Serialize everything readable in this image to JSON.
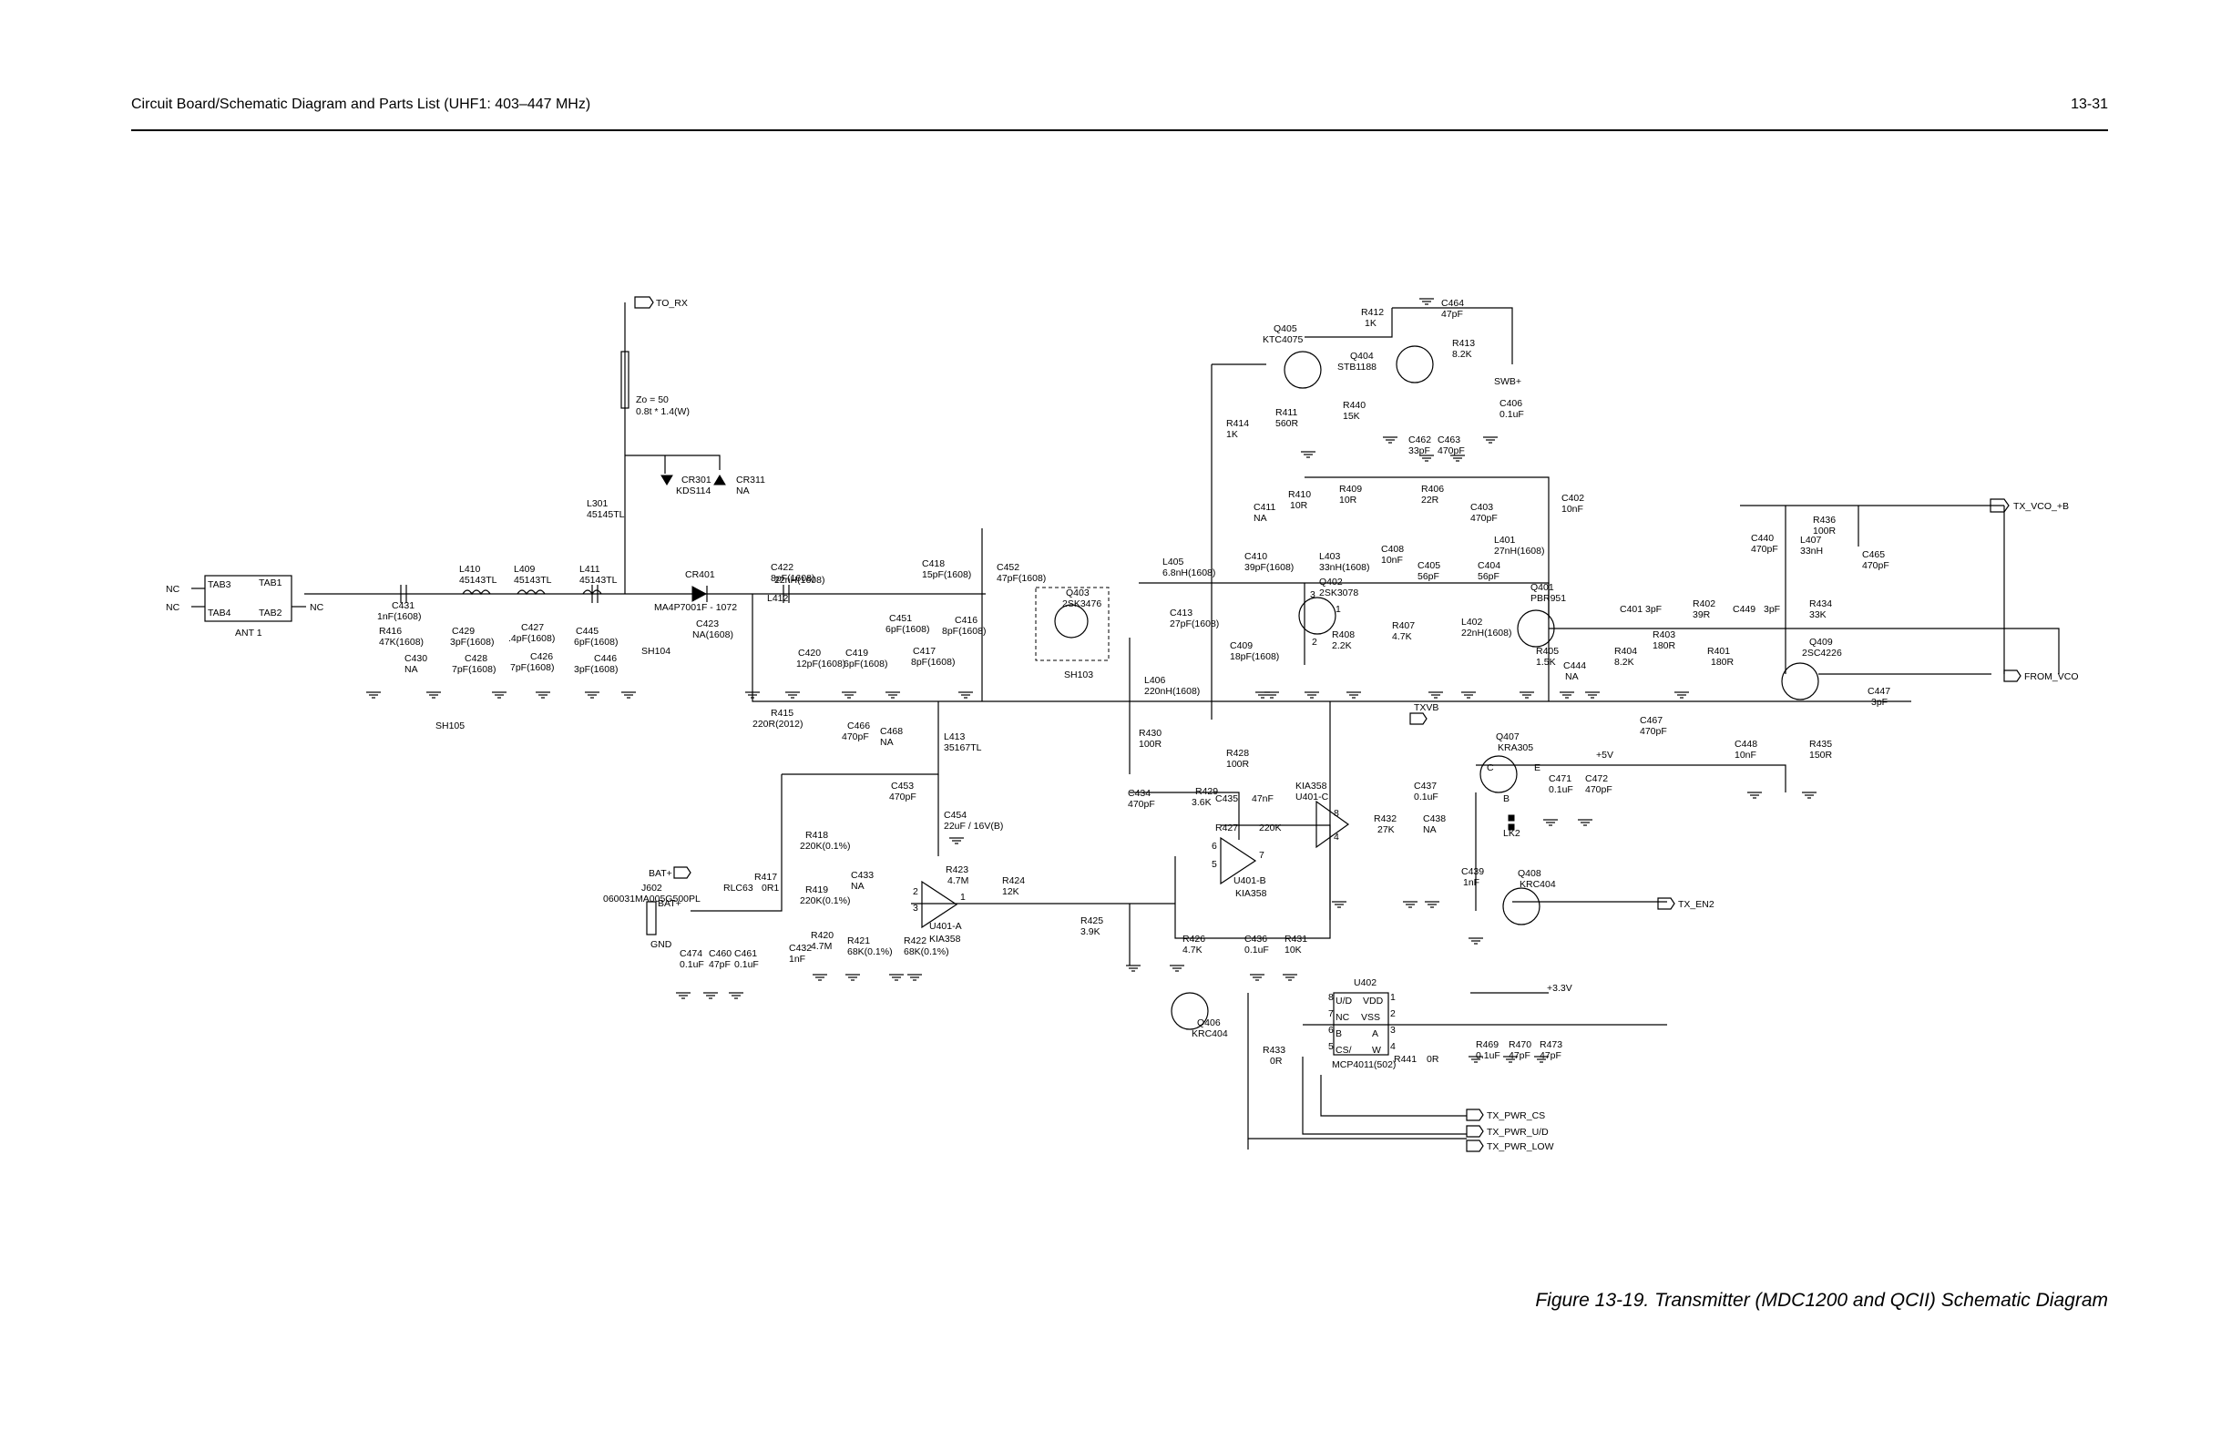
{
  "header": {
    "title": "Circuit Board/Schematic Diagram and Parts List (UHF1: 403–447 MHz)",
    "page_number": "13-31"
  },
  "caption": "Figure 13-19. Transmitter (MDC1200 and QCII) Schematic Diagram",
  "ports": {
    "to_rx": "TO_RX",
    "tx_vco_b": "TX_VCO_+B",
    "from_vco": "FROM_VCO",
    "swb": "SWB+",
    "txvb": "TXVB",
    "tx_en2": "TX_EN2",
    "tx_pwr_cs": "TX_PWR_CS",
    "tx_pwr_ud": "TX_PWR_U/D",
    "tx_pwr_low": "TX_PWR_LOW",
    "bat1": "BAT+",
    "bat2": "BAT+",
    "gnd": "GND",
    "plus5v": "+5V",
    "plus33v": "+3.3V"
  },
  "antenna": {
    "tab1": "TAB1",
    "tab2": "TAB2",
    "tab3": "TAB3",
    "tab4": "TAB4",
    "nc_left_top": "NC",
    "nc_left_bottom": "NC",
    "nc_right": "NC",
    "label": "ANT 1"
  },
  "transmission_line": {
    "zo": "Zo  =  50",
    "dims": "0.8t  *    1.4(W)"
  },
  "labels": [
    {
      "id": "C431",
      "t": "C431"
    },
    {
      "id": "C431v",
      "t": "1nF(1608)"
    },
    {
      "id": "R416",
      "t": "R416"
    },
    {
      "id": "R416v",
      "t": "47K(1608)"
    },
    {
      "id": "C430",
      "t": "C430"
    },
    {
      "id": "C430v",
      "t": "NA"
    },
    {
      "id": "L410",
      "t": "L410"
    },
    {
      "id": "L410v",
      "t": "45143TL"
    },
    {
      "id": "C429",
      "t": "C429"
    },
    {
      "id": "C429v",
      "t": "3pF(1608)"
    },
    {
      "id": "C428",
      "t": "C428"
    },
    {
      "id": "C428v",
      "t": "7pF(1608)"
    },
    {
      "id": "L409",
      "t": "L409"
    },
    {
      "id": "L409v",
      "t": "45143TL"
    },
    {
      "id": "C427",
      "t": "C427"
    },
    {
      "id": "C427v",
      "t": ".4pF(1608)"
    },
    {
      "id": "C426",
      "t": "C426"
    },
    {
      "id": "C426v",
      "t": "7pF(1608)"
    },
    {
      "id": "L411",
      "t": "L411"
    },
    {
      "id": "L411v",
      "t": "45143TL"
    },
    {
      "id": "C445",
      "t": "C445"
    },
    {
      "id": "C445v",
      "t": "6pF(1608)"
    },
    {
      "id": "C446",
      "t": "C446"
    },
    {
      "id": "C446v",
      "t": "3pF(1608)"
    },
    {
      "id": "SH104",
      "t": "SH104"
    },
    {
      "id": "SH105",
      "t": "SH105"
    },
    {
      "id": "L301",
      "t": "L301"
    },
    {
      "id": "L301v",
      "t": "45145TL"
    },
    {
      "id": "CR301",
      "t": "CR301"
    },
    {
      "id": "CR301v",
      "t": "KDS114"
    },
    {
      "id": "CR311",
      "t": "CR311"
    },
    {
      "id": "CR311v",
      "t": "NA"
    },
    {
      "id": "CR401",
      "t": "CR401"
    },
    {
      "id": "CR401v",
      "t": "MA4P7001F - 1072"
    },
    {
      "id": "C423",
      "t": "C423"
    },
    {
      "id": "C423v",
      "t": "NA(1608)"
    },
    {
      "id": "L412",
      "t": "L412"
    },
    {
      "id": "L412v",
      "t": "22nH(1608)"
    },
    {
      "id": "C422",
      "t": "C422"
    },
    {
      "id": "C422v",
      "t": "8pF(1608)"
    },
    {
      "id": "C420",
      "t": "C420"
    },
    {
      "id": "C420v",
      "t": "12pF(1608)"
    },
    {
      "id": "C419",
      "t": "C419"
    },
    {
      "id": "C419v",
      "t": "6pF(1608)"
    },
    {
      "id": "C451",
      "t": "C451"
    },
    {
      "id": "C451v",
      "t": "6pF(1608)"
    },
    {
      "id": "C418",
      "t": "C418"
    },
    {
      "id": "C418v",
      "t": "15pF(1608)"
    },
    {
      "id": "C452",
      "t": "C452"
    },
    {
      "id": "C452v",
      "t": "47pF(1608)"
    },
    {
      "id": "C417",
      "t": "C417"
    },
    {
      "id": "C417v",
      "t": "8pF(1608)"
    },
    {
      "id": "C416",
      "t": "C416"
    },
    {
      "id": "C416v",
      "t": "8pF(1608)"
    },
    {
      "id": "Q403",
      "t": "Q403"
    },
    {
      "id": "Q403v",
      "t": "2SK3476"
    },
    {
      "id": "SH103",
      "t": "SH103"
    },
    {
      "id": "R415",
      "t": "R415"
    },
    {
      "id": "R415v",
      "t": "220R(2012)"
    },
    {
      "id": "C466",
      "t": "C466"
    },
    {
      "id": "C466v",
      "t": "470pF"
    },
    {
      "id": "C468",
      "t": "C468"
    },
    {
      "id": "C468v",
      "t": "NA"
    },
    {
      "id": "L413",
      "t": "L413"
    },
    {
      "id": "L413v",
      "t": "35167TL"
    },
    {
      "id": "C453",
      "t": "C453"
    },
    {
      "id": "C453v",
      "t": "470pF"
    },
    {
      "id": "C454",
      "t": "C454"
    },
    {
      "id": "C454v",
      "t": "22uF / 16V(B)"
    },
    {
      "id": "R418",
      "t": "R418"
    },
    {
      "id": "R418v",
      "t": "220K(0.1%)"
    },
    {
      "id": "R419",
      "t": "R419"
    },
    {
      "id": "R419v",
      "t": "220K(0.1%)"
    },
    {
      "id": "R417",
      "t": "R417"
    },
    {
      "id": "R417v",
      "t": "0R1"
    },
    {
      "id": "RLC63",
      "t": "RLC63"
    },
    {
      "id": "C433",
      "t": "C433"
    },
    {
      "id": "C433v",
      "t": "NA"
    },
    {
      "id": "R423",
      "t": "R423"
    },
    {
      "id": "R423v",
      "t": "4.7M"
    },
    {
      "id": "R424",
      "t": "R424"
    },
    {
      "id": "R424v",
      "t": "12K"
    },
    {
      "id": "J602",
      "t": "J602"
    },
    {
      "id": "J602v",
      "t": "060031MA005G500PL"
    },
    {
      "id": "C474",
      "t": "C474"
    },
    {
      "id": "C474v",
      "t": "0.1uF"
    },
    {
      "id": "C460",
      "t": "C460"
    },
    {
      "id": "C460v",
      "t": "47pF"
    },
    {
      "id": "C461",
      "t": "C461"
    },
    {
      "id": "C461v",
      "t": "0.1uF"
    },
    {
      "id": "C432",
      "t": "C432"
    },
    {
      "id": "C432v",
      "t": "1nF"
    },
    {
      "id": "R420",
      "t": "R420"
    },
    {
      "id": "R420v",
      "t": "4.7M"
    },
    {
      "id": "R421",
      "t": "R421"
    },
    {
      "id": "R421v",
      "t": "68K(0.1%)"
    },
    {
      "id": "R422",
      "t": "R422"
    },
    {
      "id": "R422v",
      "t": "68K(0.1%)"
    },
    {
      "id": "U401A",
      "t": "U401-A"
    },
    {
      "id": "U401Av",
      "t": "KIA358"
    },
    {
      "id": "R425",
      "t": "R425"
    },
    {
      "id": "R425v",
      "t": "3.9K"
    },
    {
      "id": "L405",
      "t": "L405"
    },
    {
      "id": "L405v",
      "t": "6.8nH(1608)"
    },
    {
      "id": "C413",
      "t": "C413"
    },
    {
      "id": "C413v",
      "t": "27pF(1608)"
    },
    {
      "id": "L406",
      "t": "L406"
    },
    {
      "id": "L406v",
      "t": "220nH(1608)"
    },
    {
      "id": "R430",
      "t": "R430"
    },
    {
      "id": "R430v",
      "t": "100R"
    },
    {
      "id": "C434",
      "t": "C434"
    },
    {
      "id": "C434v",
      "t": "470pF"
    },
    {
      "id": "R429",
      "t": "R429"
    },
    {
      "id": "R429v",
      "t": "3.6K"
    },
    {
      "id": "C435",
      "t": "C435"
    },
    {
      "id": "C435v",
      "t": "47nF"
    },
    {
      "id": "R428",
      "t": "R428"
    },
    {
      "id": "R428v",
      "t": "100R"
    },
    {
      "id": "R427",
      "t": "R427"
    },
    {
      "id": "R427v",
      "t": "220K"
    },
    {
      "id": "U401B",
      "t": "U401-B"
    },
    {
      "id": "U401Bv",
      "t": "KIA358"
    },
    {
      "id": "R426",
      "t": "R426"
    },
    {
      "id": "R426v",
      "t": "4.7K"
    },
    {
      "id": "C436",
      "t": "C436"
    },
    {
      "id": "C436v",
      "t": "0.1uF"
    },
    {
      "id": "R431",
      "t": "R431"
    },
    {
      "id": "R431v",
      "t": "10K"
    },
    {
      "id": "Q406",
      "t": "Q406"
    },
    {
      "id": "Q406v",
      "t": "KRC404"
    },
    {
      "id": "R433",
      "t": "R433"
    },
    {
      "id": "R433v",
      "t": "0R"
    },
    {
      "id": "U402",
      "t": "U402"
    },
    {
      "id": "U402v",
      "t": "MCP4011(502)"
    },
    {
      "id": "R441",
      "t": "R441"
    },
    {
      "id": "R441v",
      "t": "0R"
    },
    {
      "id": "R469",
      "t": "R469"
    },
    {
      "id": "R469v",
      "t": "0.1uF"
    },
    {
      "id": "R470",
      "t": "R470"
    },
    {
      "id": "R470v",
      "t": "47pF"
    },
    {
      "id": "R473",
      "t": "R473"
    },
    {
      "id": "R473v",
      "t": "47pF"
    },
    {
      "id": "Q405",
      "t": "Q405"
    },
    {
      "id": "Q405v",
      "t": "KTC4075"
    },
    {
      "id": "Q404",
      "t": "Q404"
    },
    {
      "id": "Q404v",
      "t": "STB1188"
    },
    {
      "id": "R412",
      "t": "R412"
    },
    {
      "id": "R412v",
      "t": "1K"
    },
    {
      "id": "C464",
      "t": "C464"
    },
    {
      "id": "C464v",
      "t": "47pF"
    },
    {
      "id": "R413",
      "t": "R413"
    },
    {
      "id": "R413v",
      "t": "8.2K"
    },
    {
      "id": "C406",
      "t": "C406"
    },
    {
      "id": "C406v",
      "t": "0.1uF"
    },
    {
      "id": "R411",
      "t": "R411"
    },
    {
      "id": "R411v",
      "t": "560R"
    },
    {
      "id": "R440",
      "t": "R440"
    },
    {
      "id": "R440v",
      "t": "15K"
    },
    {
      "id": "C462",
      "t": "C462"
    },
    {
      "id": "C462v",
      "t": "33pF"
    },
    {
      "id": "C463",
      "t": "C463"
    },
    {
      "id": "C463v",
      "t": "470pF"
    },
    {
      "id": "R414",
      "t": "R414"
    },
    {
      "id": "R414v",
      "t": "1K"
    },
    {
      "id": "C411",
      "t": "C411"
    },
    {
      "id": "C411v",
      "t": "NA"
    },
    {
      "id": "R410",
      "t": "R410"
    },
    {
      "id": "R410v",
      "t": "10R"
    },
    {
      "id": "R409",
      "t": "R409"
    },
    {
      "id": "R409v",
      "t": "10R"
    },
    {
      "id": "R406",
      "t": "R406"
    },
    {
      "id": "R406v",
      "t": "22R"
    },
    {
      "id": "C403",
      "t": "C403"
    },
    {
      "id": "C403v",
      "t": "470pF"
    },
    {
      "id": "C402",
      "t": "C402"
    },
    {
      "id": "C402v",
      "t": "10nF"
    },
    {
      "id": "L401",
      "t": "L401"
    },
    {
      "id": "L401v",
      "t": "27nH(1608)"
    },
    {
      "id": "C410",
      "t": "C410"
    },
    {
      "id": "C410v",
      "t": "39pF(1608)"
    },
    {
      "id": "L403",
      "t": "L403"
    },
    {
      "id": "L403v",
      "t": "33nH(1608)"
    },
    {
      "id": "C408",
      "t": "C408"
    },
    {
      "id": "C408v",
      "t": "10nF"
    },
    {
      "id": "Q402",
      "t": "Q402"
    },
    {
      "id": "Q402v",
      "t": "2SK3078"
    },
    {
      "id": "C405",
      "t": "C405"
    },
    {
      "id": "C405v",
      "t": "56pF"
    },
    {
      "id": "C404",
      "t": "C404"
    },
    {
      "id": "C404v",
      "t": "56pF"
    },
    {
      "id": "Q401",
      "t": "Q401"
    },
    {
      "id": "Q401v",
      "t": "PBR951"
    },
    {
      "id": "C409",
      "t": "C409"
    },
    {
      "id": "C409v",
      "t": "18pF(1608)"
    },
    {
      "id": "R408",
      "t": "R408"
    },
    {
      "id": "R408v",
      "t": "2.2K"
    },
    {
      "id": "R407",
      "t": "R407"
    },
    {
      "id": "R407v",
      "t": "4.7K"
    },
    {
      "id": "L402",
      "t": "L402"
    },
    {
      "id": "L402v",
      "t": "22nH(1608)"
    },
    {
      "id": "R405",
      "t": "R405"
    },
    {
      "id": "R405v",
      "t": "1.5K"
    },
    {
      "id": "C444",
      "t": "C444"
    },
    {
      "id": "C444v",
      "t": "NA"
    },
    {
      "id": "R404",
      "t": "R404"
    },
    {
      "id": "R404v",
      "t": "8.2K"
    },
    {
      "id": "C401",
      "t": "C401"
    },
    {
      "id": "C401v",
      "t": "3pF"
    },
    {
      "id": "R403",
      "t": "R403"
    },
    {
      "id": "R403v",
      "t": "180R"
    },
    {
      "id": "R402",
      "t": "R402"
    },
    {
      "id": "R402v",
      "t": "39R"
    },
    {
      "id": "C449",
      "t": "C449"
    },
    {
      "id": "C449v",
      "t": "3pF"
    },
    {
      "id": "R401",
      "t": "R401"
    },
    {
      "id": "R401v",
      "t": "180R"
    },
    {
      "id": "C467",
      "t": "C467"
    },
    {
      "id": "C467v",
      "t": "470pF"
    },
    {
      "id": "Q407",
      "t": "Q407"
    },
    {
      "id": "Q407v",
      "t": "KRA305"
    },
    {
      "id": "C471",
      "t": "C471"
    },
    {
      "id": "C471v",
      "t": "0.1uF"
    },
    {
      "id": "C472",
      "t": "C472"
    },
    {
      "id": "C472v",
      "t": "470pF"
    },
    {
      "id": "U401C",
      "t": "KIA358"
    },
    {
      "id": "U401Cv",
      "t": "U401-C"
    },
    {
      "id": "R432",
      "t": "R432"
    },
    {
      "id": "R432v",
      "t": "27K"
    },
    {
      "id": "C437",
      "t": "C437"
    },
    {
      "id": "C437v",
      "t": "0.1uF"
    },
    {
      "id": "C438",
      "t": "C438"
    },
    {
      "id": "C438v",
      "t": "NA"
    },
    {
      "id": "LK2",
      "t": "LK2"
    },
    {
      "id": "C439",
      "t": "C439"
    },
    {
      "id": "C439v",
      "t": "1nF"
    },
    {
      "id": "Q408",
      "t": "Q408"
    },
    {
      "id": "Q408v",
      "t": "KRC404"
    },
    {
      "id": "C440",
      "t": "C440"
    },
    {
      "id": "C440v",
      "t": "470pF"
    },
    {
      "id": "R436",
      "t": "R436"
    },
    {
      "id": "R436v",
      "t": "100R"
    },
    {
      "id": "L407",
      "t": "L407"
    },
    {
      "id": "L407v",
      "t": "33nH"
    },
    {
      "id": "C465",
      "t": "C465"
    },
    {
      "id": "C465v",
      "t": "470pF"
    },
    {
      "id": "R434",
      "t": "R434"
    },
    {
      "id": "R434v",
      "t": "33K"
    },
    {
      "id": "Q409",
      "t": "Q409"
    },
    {
      "id": "Q409v",
      "t": "2SC4226"
    },
    {
      "id": "C447",
      "t": "C447"
    },
    {
      "id": "C447v",
      "t": "3pF"
    },
    {
      "id": "C448",
      "t": "C448"
    },
    {
      "id": "C448v",
      "t": "10nF"
    },
    {
      "id": "R435",
      "t": "R435"
    },
    {
      "id": "R435v",
      "t": "150R"
    },
    {
      "id": "pinE",
      "t": "E"
    },
    {
      "id": "pinC",
      "t": "C"
    },
    {
      "id": "pinB",
      "t": "B"
    },
    {
      "id": "u402p8",
      "t": "8"
    },
    {
      "id": "u402p7",
      "t": "7"
    },
    {
      "id": "u402p6",
      "t": "6"
    },
    {
      "id": "u402p5",
      "t": "5"
    },
    {
      "id": "u402p1",
      "t": "1"
    },
    {
      "id": "u402p2",
      "t": "2"
    },
    {
      "id": "u402p3",
      "t": "3"
    },
    {
      "id": "u402p4",
      "t": "4"
    },
    {
      "id": "u402ud",
      "t": "U/D"
    },
    {
      "id": "u402nc",
      "t": "NC"
    },
    {
      "id": "u402b",
      "t": "B"
    },
    {
      "id": "u402cs",
      "t": "CS/"
    },
    {
      "id": "u402vdd",
      "t": "VDD"
    },
    {
      "id": "u402vss",
      "t": "VSS"
    },
    {
      "id": "u402a",
      "t": "A"
    },
    {
      "id": "u402w",
      "t": "W"
    },
    {
      "id": "uAp2",
      "t": "2"
    },
    {
      "id": "uAp3",
      "t": "3"
    },
    {
      "id": "uAp1",
      "t": "1"
    },
    {
      "id": "uBp6",
      "t": "6"
    },
    {
      "id": "uBp5",
      "t": "5"
    },
    {
      "id": "uBp7",
      "t": "7"
    },
    {
      "id": "uCp8",
      "t": "8"
    },
    {
      "id": "uCp4",
      "t": "4"
    },
    {
      "id": "q402p3",
      "t": "3"
    },
    {
      "id": "q402p1",
      "t": "1"
    },
    {
      "id": "q402p2",
      "t": "2"
    }
  ]
}
